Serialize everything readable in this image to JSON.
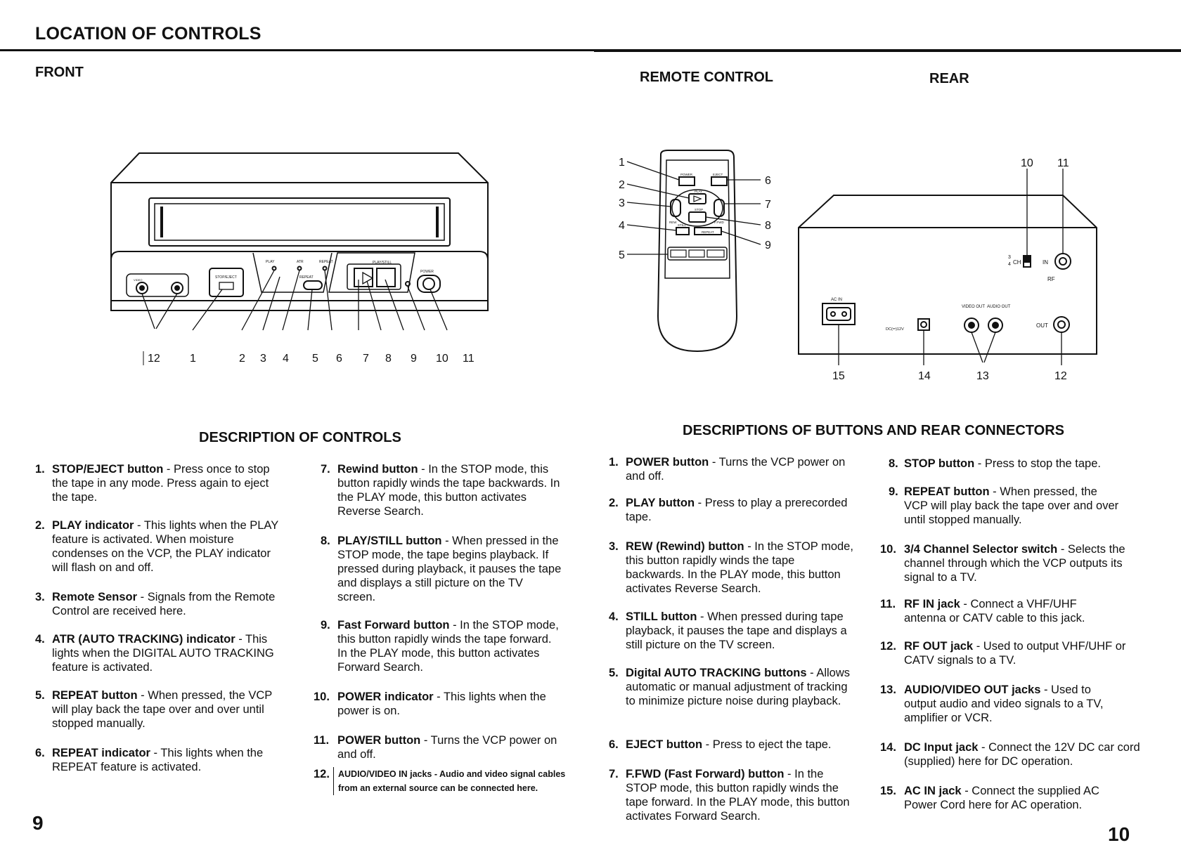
{
  "header": {
    "title": "LOCATION OF CONTROLS"
  },
  "sections": {
    "front": "FRONT",
    "remote": "REMOTE CONTROL",
    "rear": "REAR"
  },
  "front_diagram": {
    "callouts": [
      "12",
      "1",
      "2",
      "3",
      "4",
      "5",
      "6",
      "7",
      "8",
      "9",
      "10",
      "11"
    ],
    "panel_labels": {
      "av_in": "VIDEO",
      "stop_eject": "STOP/EJECT",
      "play": "PLAY",
      "atr": "ATR",
      "repeat": "REPEAT",
      "repeat_btn": "REPEAT",
      "play_still": "PLAY/STILL",
      "power": "POWER"
    }
  },
  "remote_diagram": {
    "callouts_left": [
      "1",
      "2",
      "3",
      "4",
      "5"
    ],
    "callouts_right": [
      "6",
      "7",
      "8",
      "9"
    ],
    "button_labels": {
      "power": "POWER",
      "eject": "EJECT",
      "play": "PLAY",
      "stop": "STOP",
      "still": "STILL",
      "repeat": "REPEAT",
      "rew": "REW",
      "ffwd": "F.FWD"
    }
  },
  "rear_diagram": {
    "callouts_top": [
      "10",
      "11"
    ],
    "callouts_bottom": [
      "15",
      "14",
      "13",
      "12"
    ],
    "labels": {
      "ac_in": "AC IN",
      "dc": "DC(⎓)12V",
      "video_out": "VIDEO OUT",
      "audio_out": "AUDIO OUT",
      "ch_a": "3",
      "ch_b": "4",
      "ch": "CH",
      "rf": "RF",
      "rf_in": "IN",
      "rf_out": "OUT"
    }
  },
  "description_of_controls": {
    "heading": "DESCRIPTION OF CONTROLS",
    "items": [
      {
        "num": "1.",
        "title": "STOP/EJECT button",
        "text": " - Press once to stop the tape in any mode. Press again to eject the tape."
      },
      {
        "num": "2.",
        "title": "PLAY indicator",
        "text": " - This lights when the PLAY feature is activated. When moisture condenses on the VCP, the PLAY indicator will flash on and off."
      },
      {
        "num": "3.",
        "title": "Remote Sensor",
        "text": " - Signals from the Remote Control are received here."
      },
      {
        "num": "4.",
        "title": "ATR (AUTO TRACKING) indicator",
        "text": " - This lights when the DIGITAL AUTO TRACKING feature is activated."
      },
      {
        "num": "5.",
        "title": "REPEAT button",
        "text": " - When pressed, the VCP will play back the tape over and over until stopped manually."
      },
      {
        "num": "6.",
        "title": "REPEAT indicator",
        "text": " - This lights when the REPEAT feature is activated."
      },
      {
        "num": "7.",
        "title": "Rewind button",
        "text": " - In the STOP mode, this button rapidly winds the tape backwards. In the PLAY mode, this button activates Reverse Search."
      },
      {
        "num": "8.",
        "title": "PLAY/STILL button",
        "text": " - When pressed in the STOP mode, the tape begins playback. If pressed during playback, it pauses the tape and displays a still picture on the TV screen."
      },
      {
        "num": "9.",
        "title": "Fast Forward button",
        "text": " - In the STOP mode, this button rapidly winds the tape forward. In the PLAY mode, this button activates Forward Search."
      },
      {
        "num": "10.",
        "title": "POWER indicator",
        "text": " - This lights when the power is on."
      },
      {
        "num": "11.",
        "title": "POWER button",
        "text": " - Turns the VCP power on and off."
      },
      {
        "num": "12.",
        "title": "AUDIO/VIDEO IN jacks",
        "text": " - Audio and video signal cables from an external source can be connected here."
      }
    ]
  },
  "descriptions_of_buttons": {
    "heading": "DESCRIPTIONS OF BUTTONS AND REAR CONNECTORS",
    "items": [
      {
        "num": "1.",
        "title": "POWER button",
        "text": " - Turns the VCP power on and off."
      },
      {
        "num": "2.",
        "title": "PLAY button",
        "text": " - Press to play a prerecorded tape."
      },
      {
        "num": "3.",
        "title": "REW (Rewind) button",
        "text": " - In the STOP mode, this button rapidly winds the tape backwards. In the PLAY mode, this button activates Reverse Search."
      },
      {
        "num": "4.",
        "title": "STILL button",
        "text": " - When pressed during tape playback, it pauses the tape and displays a still picture on the TV screen."
      },
      {
        "num": "5.",
        "title": "Digital AUTO TRACKING buttons",
        "text": " - Allows automatic or manual adjustment of tracking to minimize picture noise during playback."
      },
      {
        "num": "6.",
        "title": "EJECT button",
        "text": " - Press to eject the tape."
      },
      {
        "num": "7.",
        "title": "F.FWD (Fast Forward) button",
        "text": " - In the STOP mode, this button rapidly winds the tape forward. In the PLAY mode, this button activates Forward Search."
      },
      {
        "num": "8.",
        "title": "STOP button",
        "text": " - Press to stop the tape."
      },
      {
        "num": "9.",
        "title": "REPEAT button",
        "text": " - When pressed, the VCP will play back the tape over and over until stopped manually."
      },
      {
        "num": "10.",
        "title": "3/4 Channel Selector switch",
        "text": " - Selects the channel through which the VCP outputs its signal to a TV."
      },
      {
        "num": "11.",
        "title": "RF IN jack",
        "text": " - Connect a VHF/UHF antenna or CATV cable to this jack."
      },
      {
        "num": "12.",
        "title": "RF OUT jack",
        "text": " - Used to output VHF/UHF or CATV signals to a TV."
      },
      {
        "num": "13.",
        "title": "AUDIO/VIDEO OUT jacks",
        "text": " - Used to output audio and video signals to a TV, amplifier or VCR."
      },
      {
        "num": "14.",
        "title": "DC Input jack",
        "text": " - Connect the 12V DC car cord (supplied) here for DC operation."
      },
      {
        "num": "15.",
        "title": "AC IN jack",
        "text": " - Connect the supplied AC Power Cord here for AC operation."
      }
    ]
  },
  "page_numbers": {
    "left": "9",
    "right": "10"
  }
}
